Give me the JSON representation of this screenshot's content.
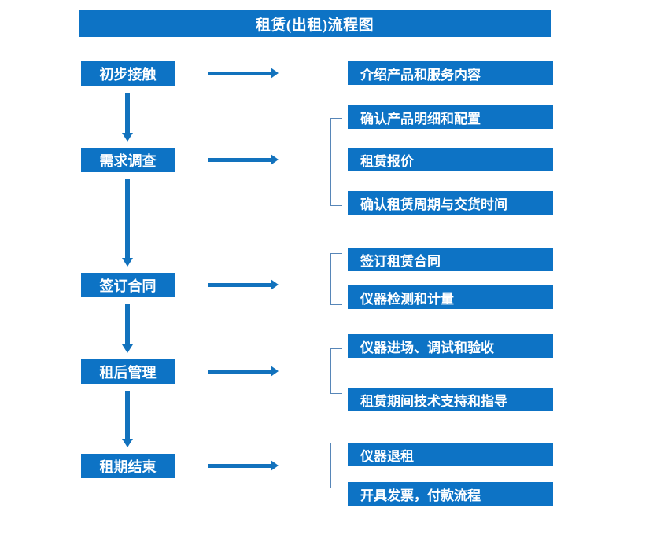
{
  "diagram": {
    "title": "租赁(出租)流程图",
    "colors": {
      "box_blue": "#0d73c5",
      "arrow_blue": "#1272bd",
      "bracket_blue": "#5786b8",
      "text_white": "#ffffff",
      "background": "#ffffff"
    },
    "stages": [
      {
        "label": "初步接触"
      },
      {
        "label": "需求调查"
      },
      {
        "label": "签订合同"
      },
      {
        "label": "租后管理"
      },
      {
        "label": "租期结束"
      }
    ],
    "details": [
      {
        "label": "介绍产品和服务内容"
      },
      {
        "label": "确认产品明细和配置"
      },
      {
        "label": "租赁报价"
      },
      {
        "label": "确认租赁周期与交货时间"
      },
      {
        "label": "签订租赁合同"
      },
      {
        "label": "仪器检测和计量"
      },
      {
        "label": "仪器进场、调试和验收"
      },
      {
        "label": "租赁期间技术支持和指导"
      },
      {
        "label": "仪器退租"
      },
      {
        "label": "开具发票，付款流程"
      }
    ],
    "icons": {
      "arrow_right": "arrow-right-icon",
      "arrow_down": "arrow-down-icon",
      "bracket": "group-bracket-icon"
    }
  }
}
